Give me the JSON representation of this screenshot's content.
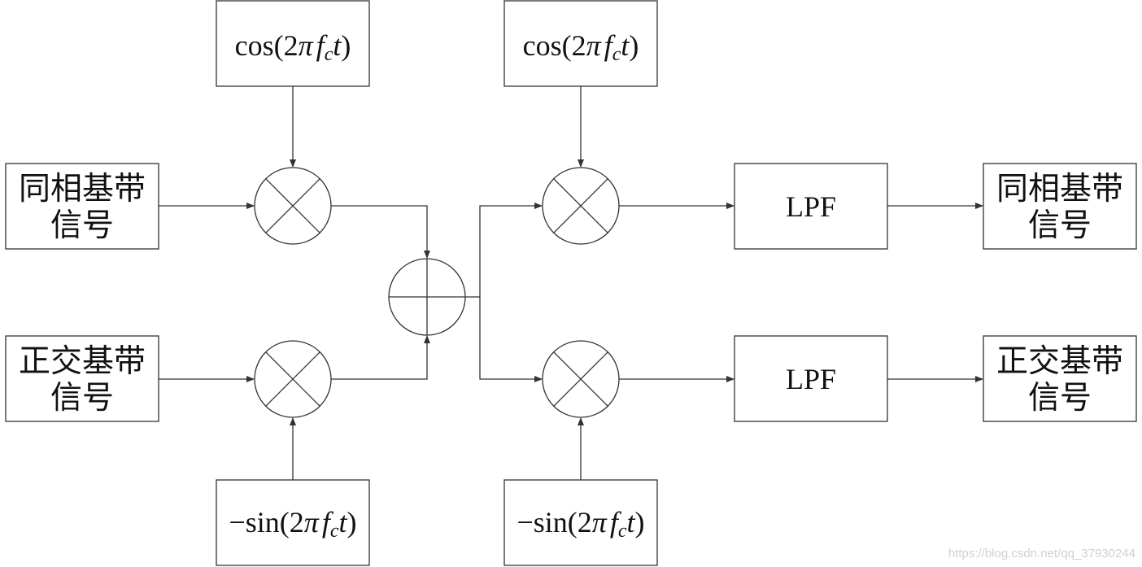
{
  "blocks": {
    "inphase_in": {
      "line1": "同相基带",
      "line2": "信号"
    },
    "quad_in": {
      "line1": "正交基带",
      "line2": "信号"
    },
    "inphase_out": {
      "line1": "同相基带",
      "line2": "信号"
    },
    "quad_out": {
      "line1": "正交基带",
      "line2": "信号"
    },
    "lpf_top": "LPF",
    "lpf_bottom": "LPF"
  },
  "oscillators": {
    "cos": {
      "fn": "cos(2",
      "pi": "π",
      "f": "f",
      "sub": "c",
      "t": "t",
      "close": ")"
    },
    "sin": {
      "fn": "−sin(2",
      "pi": "π",
      "f": "f",
      "sub": "c",
      "t": "t",
      "close": ")"
    }
  },
  "watermark": "https://blog.csdn.net/qq_37930244"
}
